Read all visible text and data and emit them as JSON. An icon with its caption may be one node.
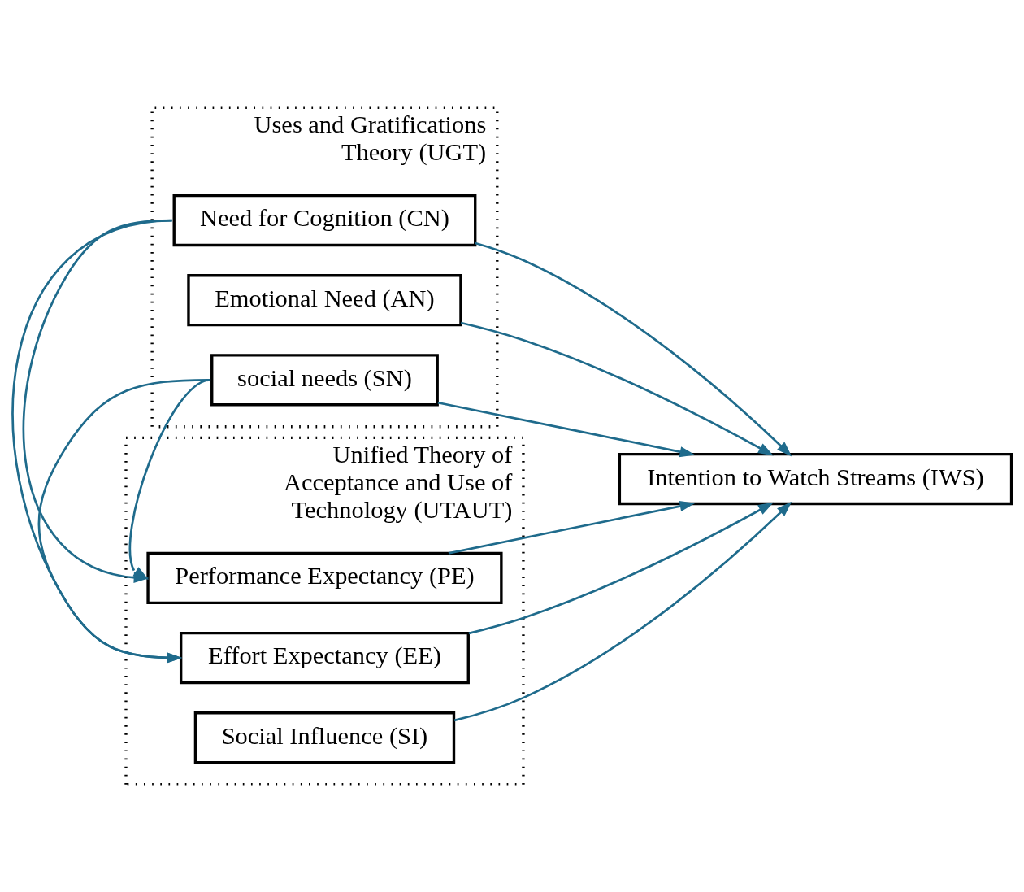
{
  "diagram": {
    "nodes": [
      {
        "text": [
          "Uses and Gratifications Theory (UGT)"
        ]
      },
      {
        "text": [
          "Need for Cognition (CN)"
        ],
        "in": 0
      },
      {
        "text": [
          "Emotional Need (AN)"
        ],
        "in": 0
      },
      {
        "text": [
          "social needs (SN)"
        ],
        "in": 0
      },
      {
        "text": [
          "Unified Theory of Acceptance and Use of Technology (UTAUT)"
        ]
      },
      {
        "text": [
          "Performance Expectancy (PE)"
        ],
        "in": 4
      },
      {
        "text": [
          "Effort Expectancy (EE)"
        ],
        "in": 4
      },
      {
        "text": [
          "Social Influence (SI)"
        ],
        "in": 4
      },
      {
        "text": [
          "Intention to Watch Streams (IWS)"
        ]
      }
    ],
    "edges": [
      {
        "from": 1,
        "to": 8,
        "arrow": "to"
      },
      {
        "from": 2,
        "to": 8,
        "arrow": "to"
      },
      {
        "from": 3,
        "to": 8,
        "arrow": "to"
      },
      {
        "from": 1,
        "to": 5,
        "arrow": "to"
      },
      {
        "from": 1,
        "to": 6,
        "arrow": "to"
      },
      {
        "from": 3,
        "to": 5,
        "arrow": "to"
      },
      {
        "from": 3,
        "to": 6,
        "arrow": "to"
      },
      {
        "from": 5,
        "to": 8,
        "arrow": "to"
      },
      {
        "from": 6,
        "to": 8,
        "arrow": "to"
      },
      {
        "from": 7,
        "to": 8,
        "arrow": "to"
      }
    ]
  }
}
